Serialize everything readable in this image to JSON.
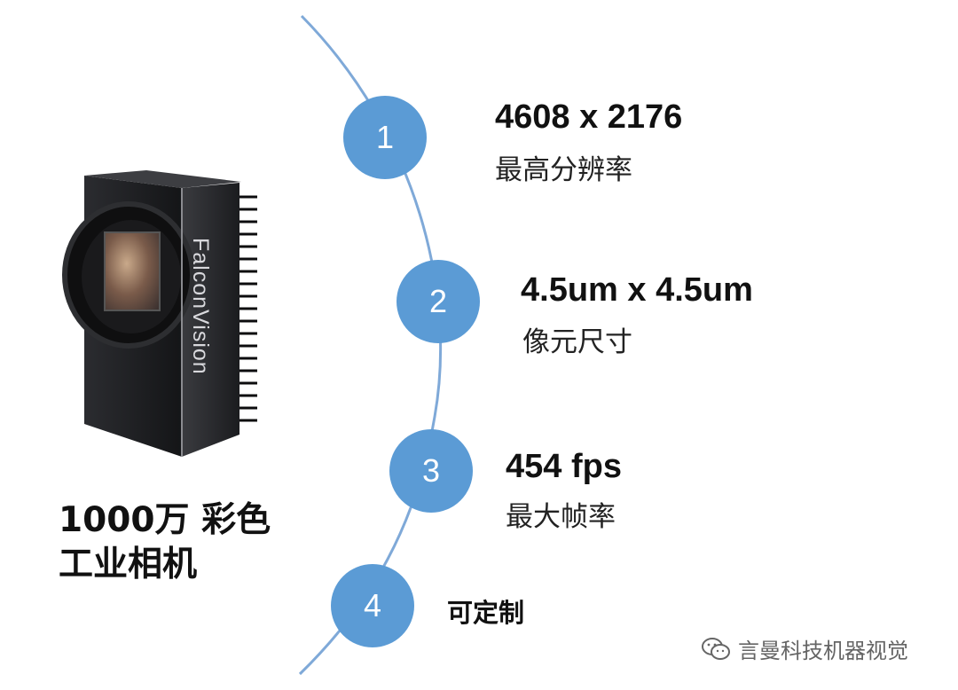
{
  "camera": {
    "brand_text": "FalconVision",
    "title_line1": "1000万 彩色",
    "title_line2": "工业相机"
  },
  "features": [
    {
      "number": "1",
      "value": "4608 x 2176",
      "label": "最高分辨率"
    },
    {
      "number": "2",
      "value": "4.5um x 4.5um",
      "label": "像元尺寸"
    },
    {
      "number": "3",
      "value": "454 fps",
      "label": "最大帧率"
    },
    {
      "number": "4",
      "value": "可定制",
      "label": ""
    }
  ],
  "watermark": {
    "text": "言曼科技机器视觉",
    "icon": "wechat-icon"
  },
  "colors": {
    "circle": "#5b9bd5",
    "arc": "#7fa9d8",
    "camera_body": "#1e1f22"
  }
}
